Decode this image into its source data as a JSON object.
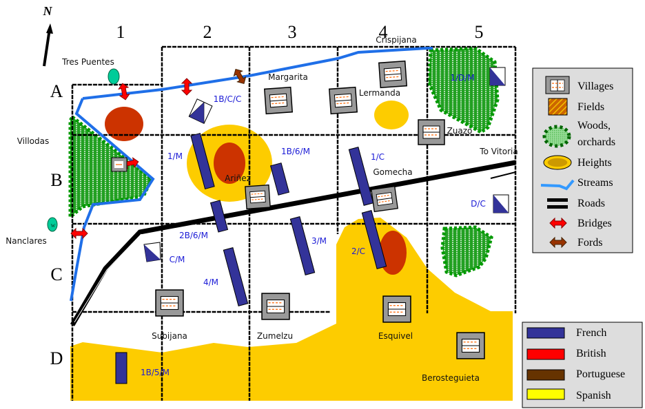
{
  "compass": {
    "label": "N"
  },
  "grid": {
    "columns": [
      "1",
      "2",
      "3",
      "4",
      "5"
    ],
    "rows": [
      "A",
      "B",
      "C",
      "D"
    ]
  },
  "places": {
    "tres_puentes": "Tres Puentes",
    "villodas": "Villodas",
    "nanclares": "Nanclares",
    "margarita": "Margarita",
    "crispijana": "Crispijana",
    "lermanda": "Lermanda",
    "zuazo": "Zuazo",
    "to_vitoria": "To Vitoria",
    "arinez": "Ariñez",
    "gomecha": "Gomecha",
    "subijana": "Subijana",
    "zumelzu": "Zumelzu",
    "esquivel": "Esquivel",
    "berosteguieta": "Berosteguieta",
    "well_marker": "w"
  },
  "units": {
    "u_1dm": "1/D/M",
    "u_1bcc": "1B/C/C",
    "u_1m": "1/M",
    "u_1b6m": "1B/6/M",
    "u_1c": "1/C",
    "u_dc": "D/C",
    "u_2b6m": "2B/6/M",
    "u_cm": "C/M",
    "u_3m": "3/M",
    "u_4m": "4/M",
    "u_2c": "2/C",
    "u_1b5m": "1B/5/M"
  },
  "terrain_legend": {
    "items": [
      {
        "label": "Villages",
        "icon": "village-icon"
      },
      {
        "label": "Fields",
        "icon": "field-icon"
      },
      {
        "label": "Woods,",
        "label2": "orchards",
        "icon": "woods-icon"
      },
      {
        "label": "Heights",
        "icon": "heights-icon"
      },
      {
        "label": "Streams",
        "icon": "stream-icon"
      },
      {
        "label": "Roads",
        "icon": "road-icon"
      },
      {
        "label": "Bridges",
        "icon": "bridge-icon"
      },
      {
        "label": "Fords",
        "icon": "ford-icon"
      }
    ]
  },
  "army_legend": {
    "items": [
      {
        "label": "French",
        "color": "#333399"
      },
      {
        "label": "British",
        "color": "#ff0000"
      },
      {
        "label": "Portuguese",
        "color": "#663300"
      },
      {
        "label": "Spanish",
        "color": "#ffff00"
      }
    ]
  },
  "colors": {
    "french": "#333399",
    "stream": "#1f6fe8",
    "heights_low": "#fdcc00",
    "heights_high": "#cc3300",
    "woods": "#009900",
    "village": "#999999",
    "bridge": "#ff0000",
    "ford": "#993300"
  }
}
